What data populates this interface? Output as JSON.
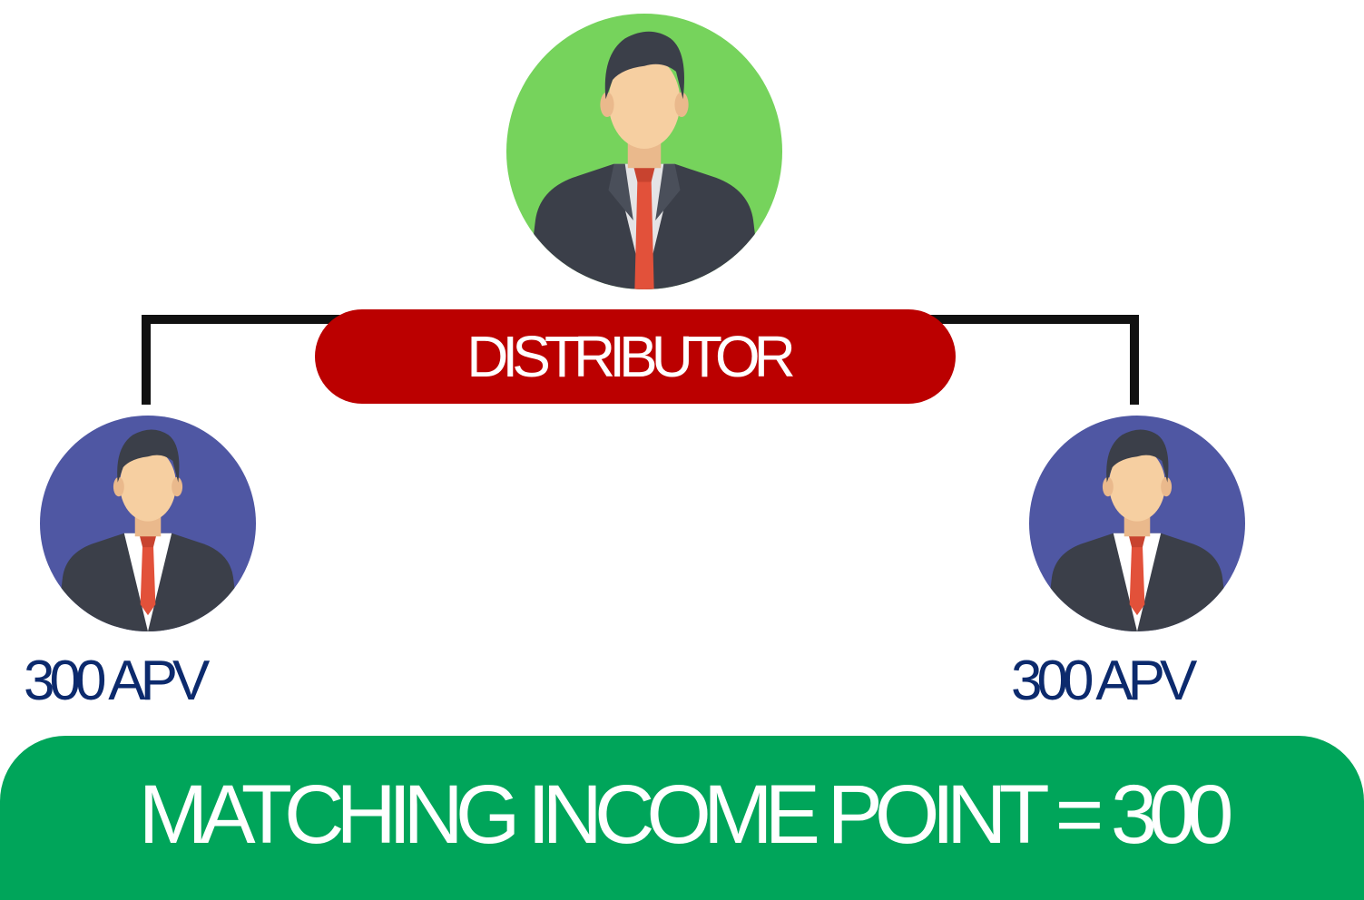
{
  "diagram": {
    "top_node": {
      "label": "DISTRIBUTOR",
      "avatar_icon": "businessman-icon",
      "circle_color": "#76d35c",
      "label_color": "#bb0000"
    },
    "child_nodes": [
      {
        "label": "300 APV",
        "avatar_icon": "businessman-icon",
        "circle_color": "#4f57a3"
      },
      {
        "label": "300 APV",
        "avatar_icon": "businessman-icon",
        "circle_color": "#4f57a3"
      }
    ],
    "result": {
      "text": "MATCHING INCOME POINT = 300",
      "color": "#00a55a"
    },
    "label_text_color": "#0c2a6d",
    "connector_color": "#111111"
  }
}
